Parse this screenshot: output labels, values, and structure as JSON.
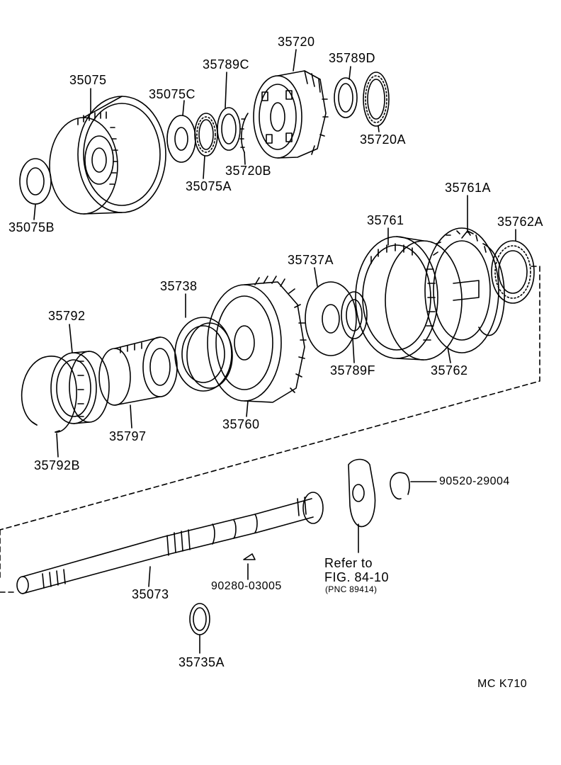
{
  "parts": {
    "p35720": "35720",
    "p35789C": "35789C",
    "p35789D": "35789D",
    "p35075": "35075",
    "p35075C": "35075C",
    "p35720A": "35720A",
    "p35720B": "35720B",
    "p35075A": "35075A",
    "p35075B": "35075B",
    "p35761A": "35761A",
    "p35761": "35761",
    "p35762A": "35762A",
    "p35737A": "35737A",
    "p35738": "35738",
    "p35792": "35792",
    "p35789F": "35789F",
    "p35762": "35762",
    "p35797": "35797",
    "p35760": "35760",
    "p35792B": "35792B",
    "p90520": "90520-29004",
    "p35073": "35073",
    "p90280": "90280-03005",
    "p35735A": "35735A"
  },
  "reference": {
    "line1": "Refer to",
    "line2": "FIG. 84-10",
    "line3": "(PNC 89414)"
  },
  "footer": {
    "code": "MC  K710"
  }
}
